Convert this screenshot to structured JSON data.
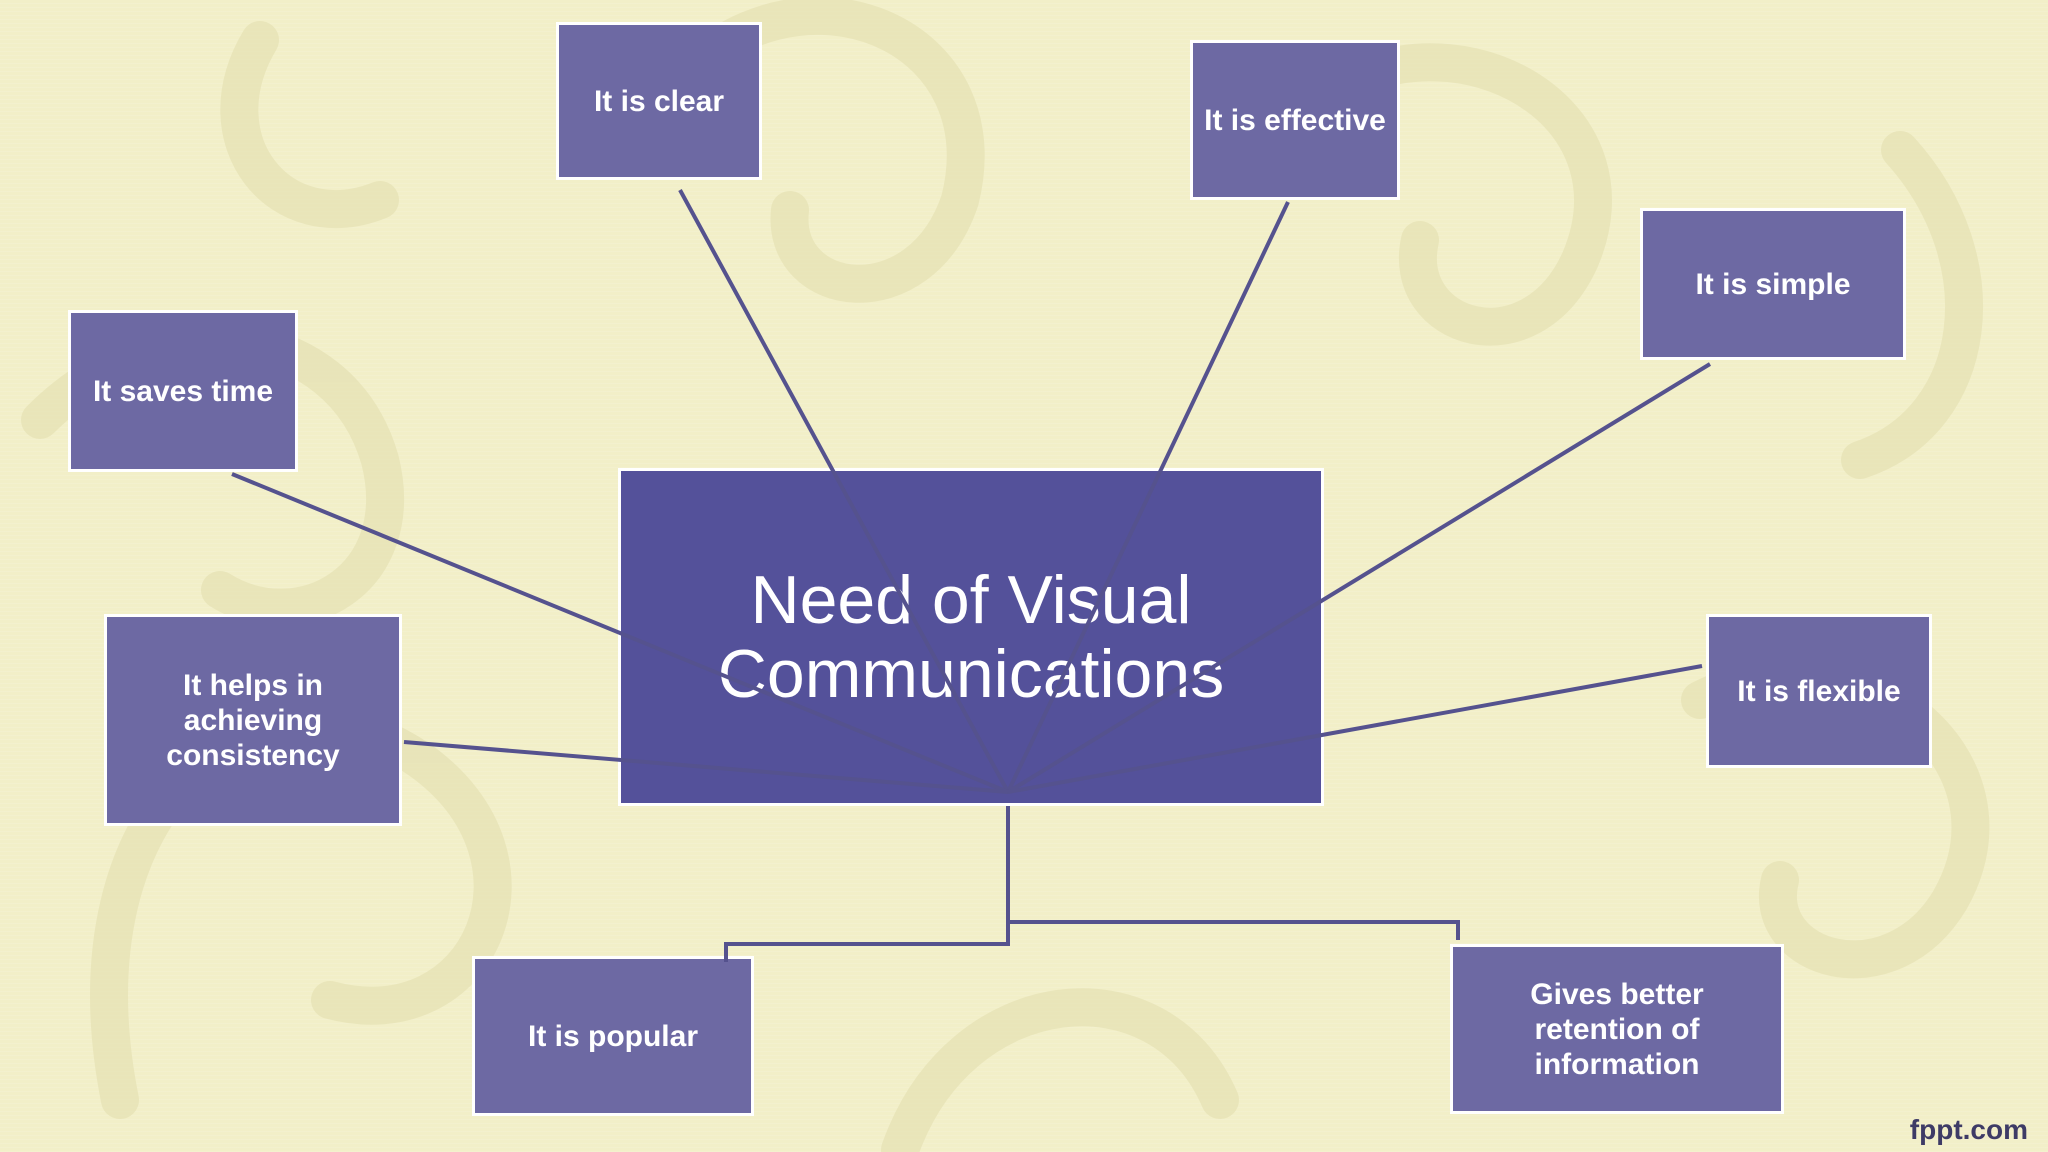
{
  "diagram": {
    "center": "Need of Visual Communications",
    "nodes": {
      "clear": "It is clear",
      "effective": "It is effective",
      "simple": "It is simple",
      "saves_time": "It saves time",
      "consistency": "It helps in achieving consistency",
      "flexible": "It is flexible",
      "popular": "It is popular",
      "retention": "Gives better retention of information"
    }
  },
  "footer": {
    "brand": "fppt.com"
  },
  "colors": {
    "background": "#f2efc8",
    "box_fill": "#6d69a3",
    "center_fill": "#54519a",
    "connector": "#55528e",
    "text": "#ffffff"
  }
}
